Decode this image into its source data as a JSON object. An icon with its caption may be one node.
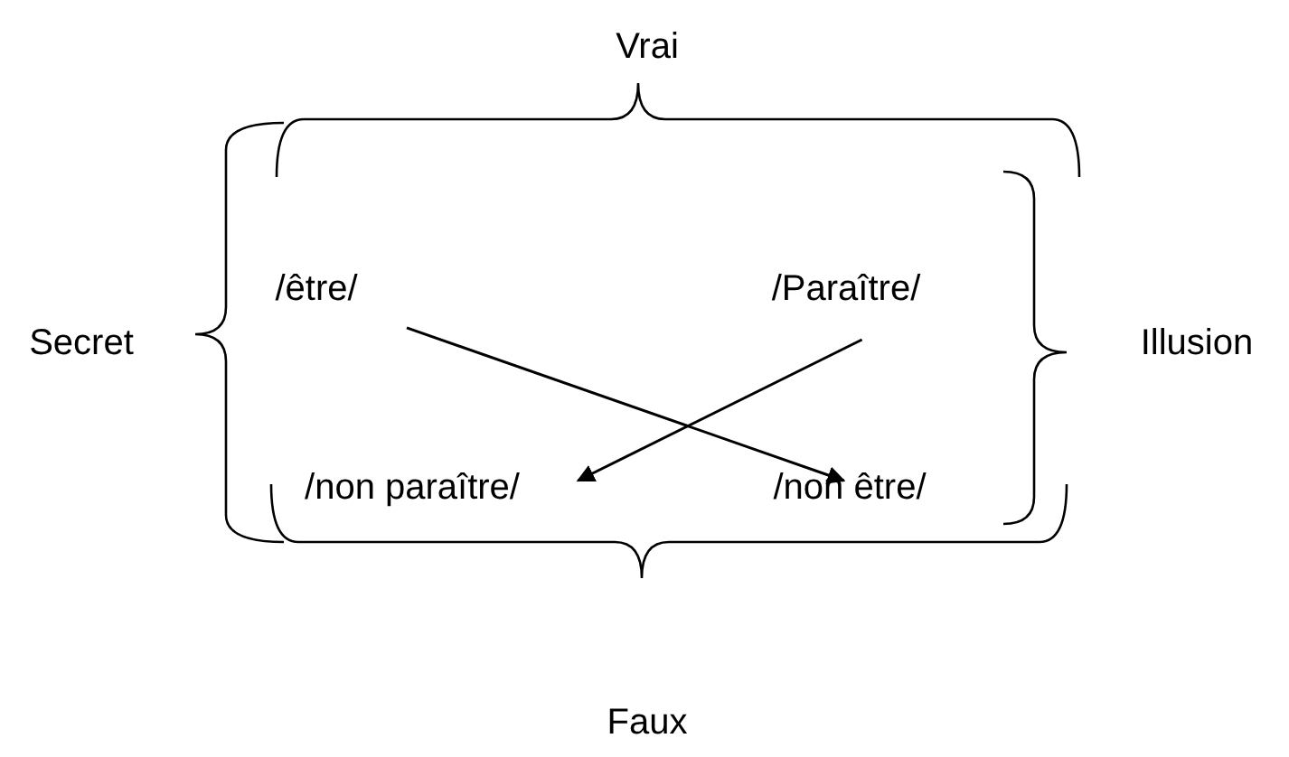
{
  "diagram": {
    "nodes": [
      {
        "text": [
          "Vrai"
        ]
      },
      {
        "text": [
          "/être/"
        ]
      },
      {
        "text": [
          "/Paraître/"
        ]
      },
      {
        "text": [
          "Secret"
        ]
      },
      {
        "text": [
          "Illusion"
        ]
      },
      {
        "text": [
          "/non paraître/"
        ]
      },
      {
        "text": [
          "/non être/"
        ]
      },
      {
        "text": [
          "Faux"
        ]
      }
    ],
    "edges": [
      {
        "from": 1,
        "to": 6,
        "arrow": "to"
      },
      {
        "from": 2,
        "to": 5,
        "arrow": "to"
      }
    ]
  }
}
